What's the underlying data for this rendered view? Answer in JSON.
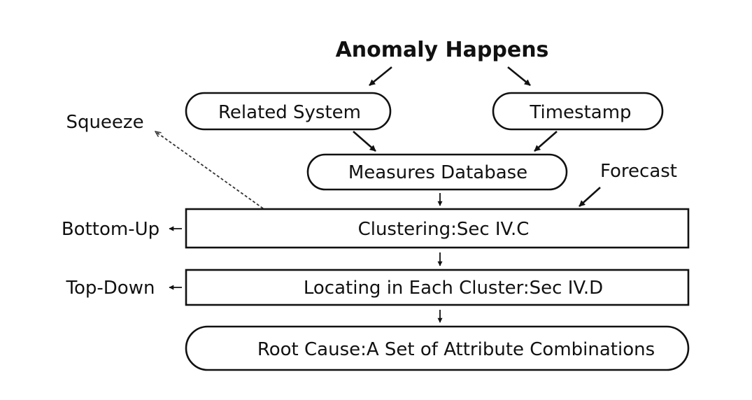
{
  "title": "Anomaly Happens",
  "nodes": {
    "related_system": "Related System",
    "timestamp": "Timestamp",
    "measures_database": "Measures Database",
    "clustering": "Clustering:Sec IV.C",
    "locating": "Locating in Each Cluster:Sec IV.D",
    "root_cause": "Root Cause:A Set of Attribute Combinations"
  },
  "side_labels": {
    "squeeze": "Squeeze",
    "forecast": "Forecast",
    "bottom_up": "Bottom-Up",
    "top_down": "Top-Down"
  },
  "colors": {
    "stroke": "#111111",
    "background": "#ffffff",
    "dashed": "#333333"
  }
}
